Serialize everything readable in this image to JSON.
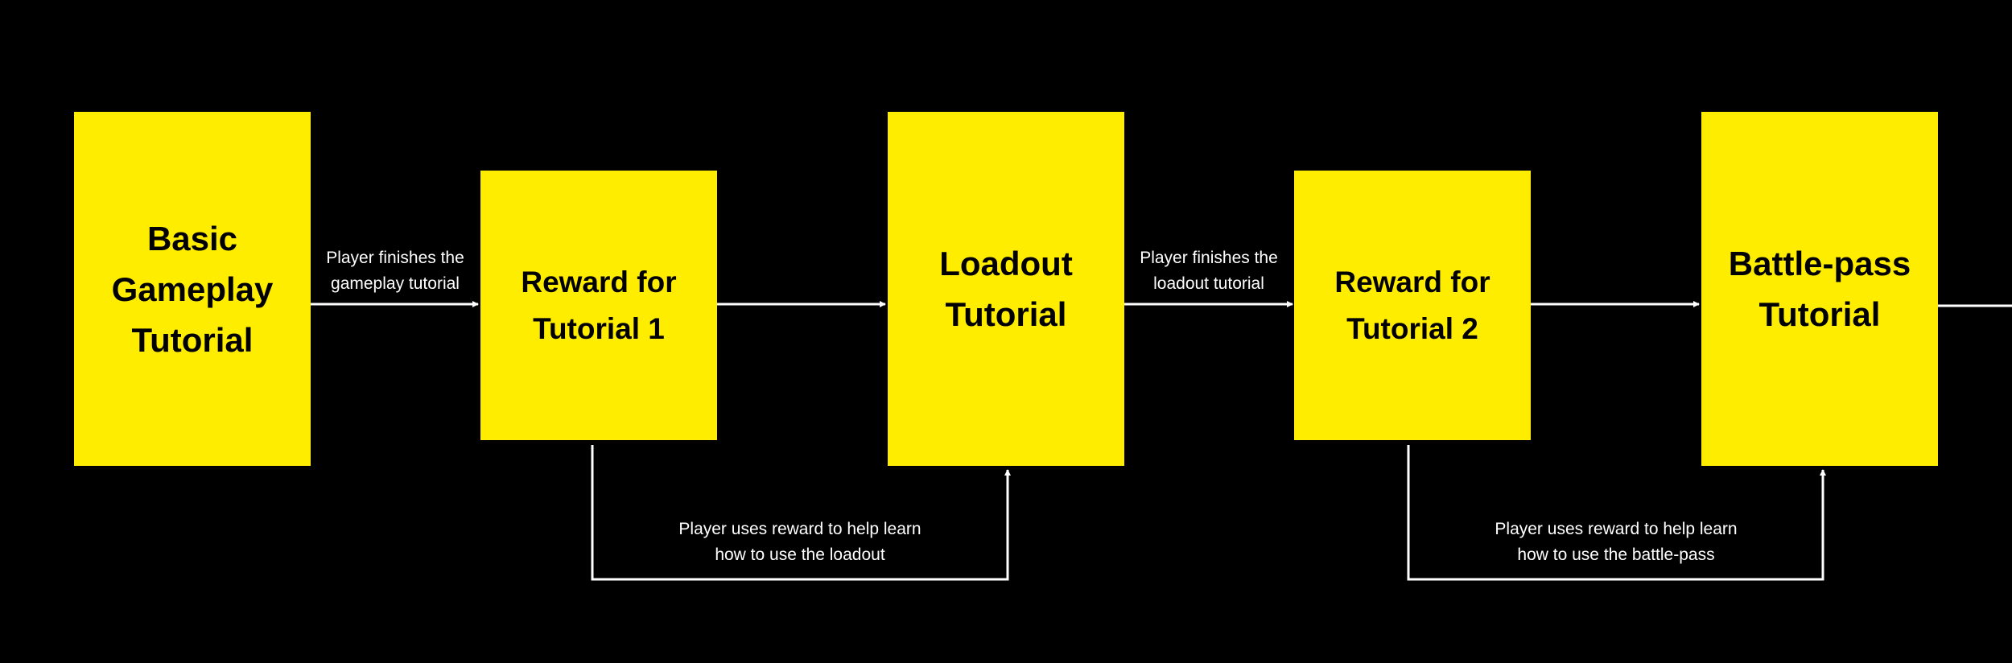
{
  "colors": {
    "background": "#000000",
    "node_fill": "#FFED00",
    "node_text": "#000000",
    "connector": "#FFFFFF"
  },
  "nodes": [
    {
      "id": "basic-gameplay-tutorial",
      "label": "Basic\nGameplay\nTutorial"
    },
    {
      "id": "reward-for-tutorial-1",
      "label": "Reward for\nTutorial 1"
    },
    {
      "id": "loadout-tutorial",
      "label": "Loadout\nTutorial"
    },
    {
      "id": "reward-for-tutorial-2",
      "label": "Reward for\nTutorial 2"
    },
    {
      "id": "battle-pass-tutorial",
      "label": "Battle-pass\nTutorial"
    }
  ],
  "edges": [
    {
      "from": "basic-gameplay-tutorial",
      "to": "reward-for-tutorial-1",
      "label": "Player finishes the\ngameplay tutorial"
    },
    {
      "from": "reward-for-tutorial-1",
      "to": "loadout-tutorial",
      "label": ""
    },
    {
      "from": "loadout-tutorial",
      "to": "reward-for-tutorial-2",
      "label": "Player finishes  the\nloadout tutorial"
    },
    {
      "from": "reward-for-tutorial-2",
      "to": "battle-pass-tutorial",
      "label": ""
    },
    {
      "from": "reward-for-tutorial-1",
      "to": "loadout-tutorial",
      "label": "Player uses reward to help learn\nhow to use the loadout"
    },
    {
      "from": "reward-for-tutorial-2",
      "to": "battle-pass-tutorial",
      "label": "Player uses reward to help learn\nhow to use the battle-pass"
    }
  ]
}
